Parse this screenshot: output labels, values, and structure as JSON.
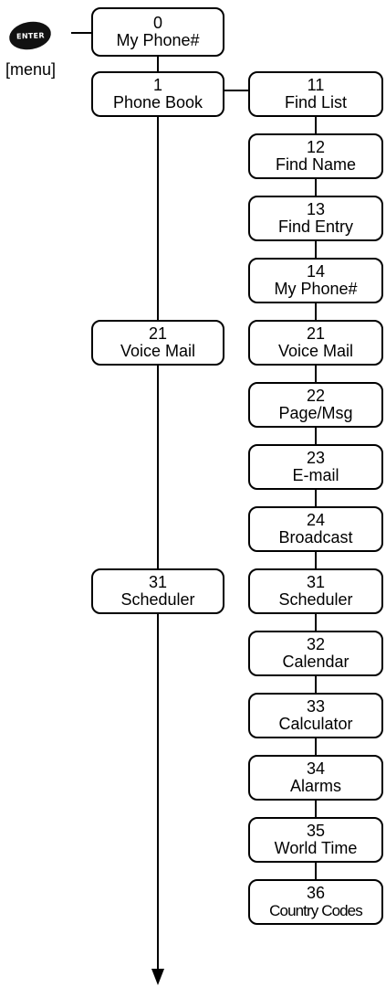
{
  "start": {
    "key_label": "ENTER",
    "caption": "[menu]"
  },
  "root": {
    "num": "0",
    "label": "My Phone#"
  },
  "main": [
    {
      "num": "1",
      "label": "Phone Book"
    },
    {
      "num": "21",
      "label": "Voice Mail"
    },
    {
      "num": "31",
      "label": "Scheduler"
    }
  ],
  "sub": [
    {
      "num": "11",
      "label": "Find List"
    },
    {
      "num": "12",
      "label": "Find Name"
    },
    {
      "num": "13",
      "label": "Find Entry"
    },
    {
      "num": "14",
      "label": "My Phone#"
    },
    {
      "num": "21",
      "label": "Voice Mail"
    },
    {
      "num": "22",
      "label": "Page/Msg"
    },
    {
      "num": "23",
      "label": "E-mail"
    },
    {
      "num": "24",
      "label": "Broadcast"
    },
    {
      "num": "31",
      "label": "Scheduler"
    },
    {
      "num": "32",
      "label": "Calendar"
    },
    {
      "num": "33",
      "label": "Calculator"
    },
    {
      "num": "34",
      "label": "Alarms"
    },
    {
      "num": "35",
      "label": "World Time"
    },
    {
      "num": "36",
      "label": "Country Codes"
    }
  ]
}
